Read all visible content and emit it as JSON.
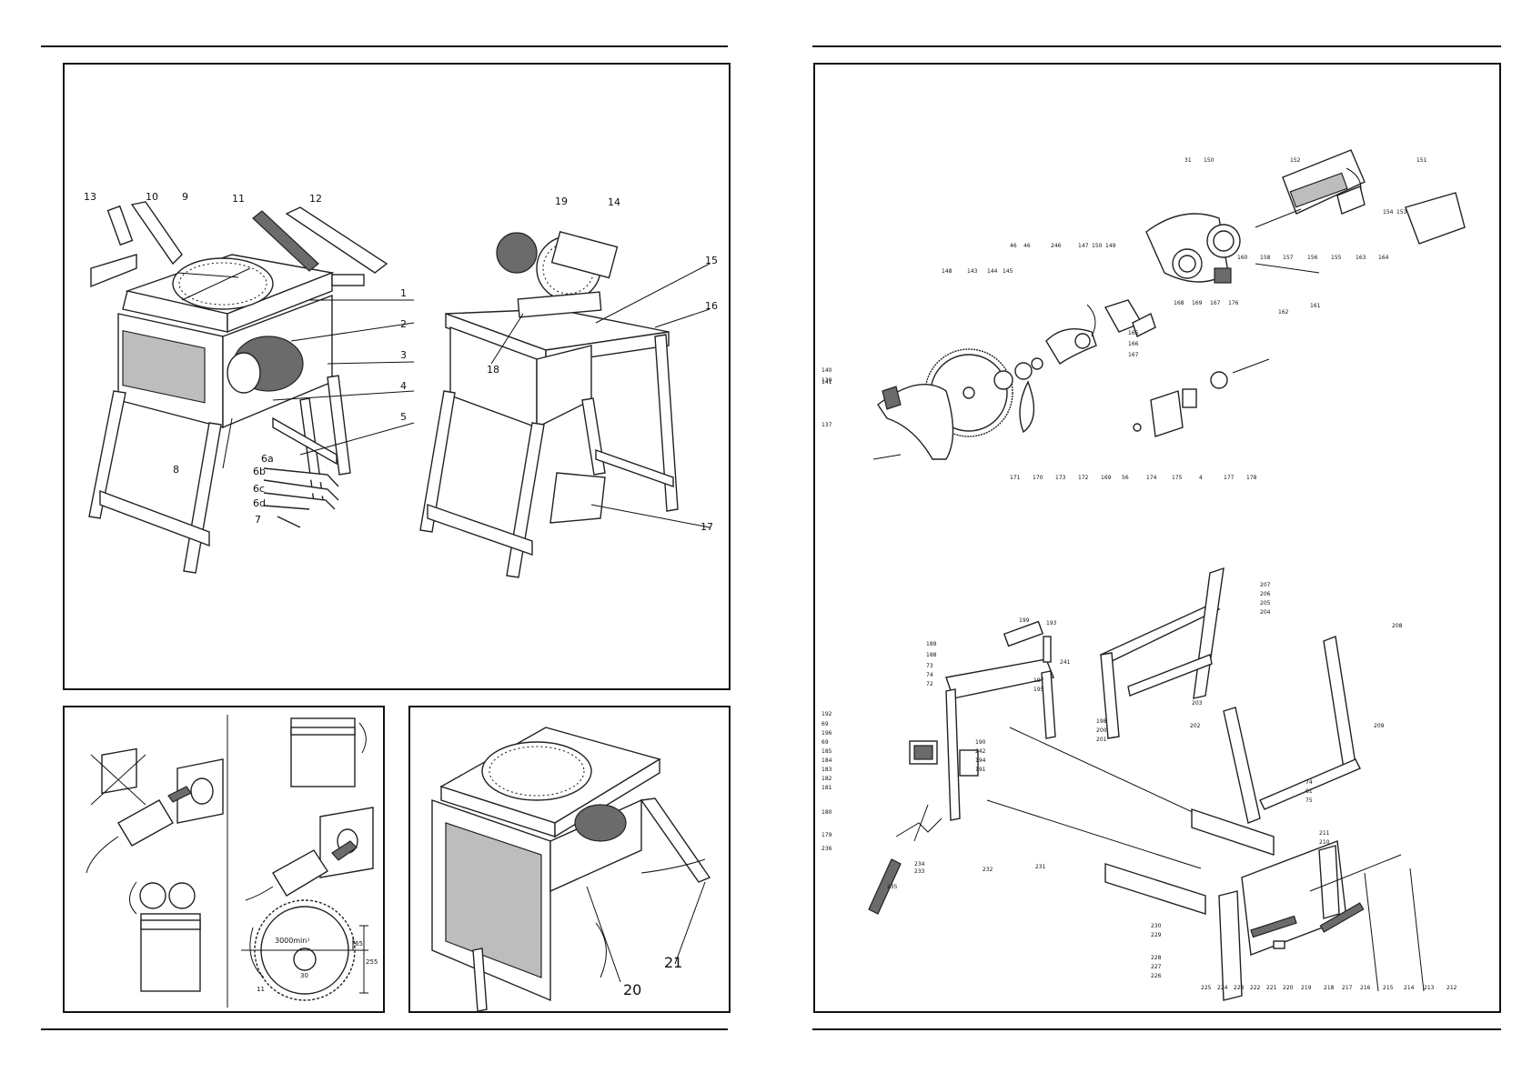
{
  "left_page": {
    "main_figure_labels": [
      "13",
      "10",
      "9",
      "11",
      "12",
      "19",
      "14",
      "15",
      "16",
      "1",
      "2",
      "3",
      "4",
      "5",
      "8",
      "18",
      "6a",
      "6b",
      "6c",
      "6d",
      "7",
      "17"
    ],
    "safety_panel": {
      "speed_label": "3000min¹",
      "dim_height": "65",
      "dim_small": "11",
      "dim_bore": "30",
      "dim_diameter": "255"
    },
    "fold_panel_labels": [
      "20",
      "21"
    ]
  },
  "right_page": {
    "top_explode_labels": [
      "141",
      "140",
      "139",
      "137",
      "148",
      "143",
      "144",
      "145",
      "46",
      "46",
      "246",
      "147",
      "150",
      "149",
      "171",
      "170",
      "173",
      "172",
      "169",
      "56",
      "174",
      "175",
      "4",
      "177",
      "178",
      "31",
      "150",
      "152",
      "151",
      "153",
      "154",
      "162",
      "161",
      "160",
      "158",
      "157",
      "156",
      "155",
      "163",
      "164",
      "165",
      "166",
      "167",
      "168",
      "169",
      "167",
      "176"
    ],
    "bottom_explode_labels": [
      "199",
      "193",
      "189",
      "188",
      "73",
      "74",
      "72",
      "192",
      "69",
      "196",
      "69",
      "185",
      "184",
      "183",
      "182",
      "181",
      "180",
      "179",
      "236",
      "234",
      "235",
      "233",
      "232",
      "231",
      "230",
      "229",
      "228",
      "227",
      "226",
      "225",
      "224",
      "223",
      "222",
      "221",
      "220",
      "219",
      "218",
      "217",
      "216",
      "215",
      "214",
      "213",
      "212",
      "211",
      "210",
      "209",
      "208",
      "207",
      "206",
      "205",
      "204",
      "203",
      "202",
      "201",
      "200",
      "198",
      "197",
      "195",
      "194",
      "191",
      "190",
      "242",
      "241",
      "74",
      "61",
      "75"
    ]
  }
}
